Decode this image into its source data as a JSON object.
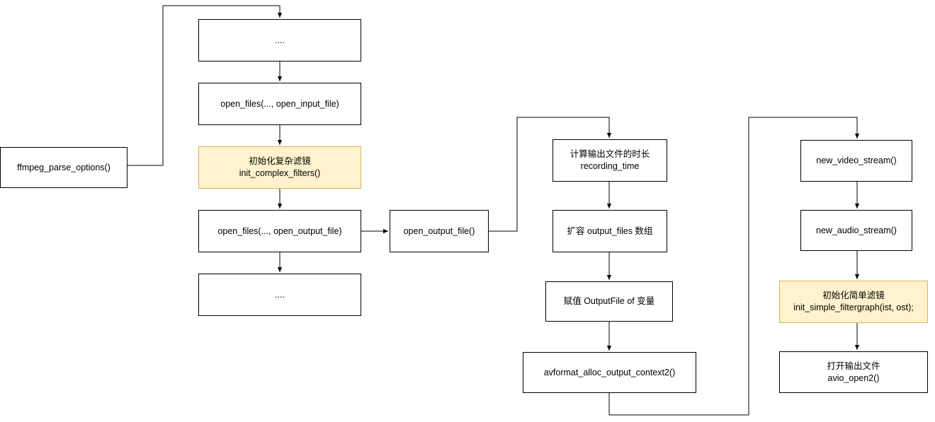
{
  "nodes": {
    "ffmpeg_parse_options": {
      "line1": "ffmpeg_parse_options()"
    },
    "ellipsis_top": {
      "line1": "...."
    },
    "open_files_input": {
      "line1": "open_files(..., open_input_file)"
    },
    "init_complex_filters": {
      "line1": "初始化复杂滤镜",
      "line2": "init_complex_filters()"
    },
    "open_files_output": {
      "line1": "open_files(..., open_output_file)"
    },
    "ellipsis_bottom": {
      "line1": "...."
    },
    "open_output_file": {
      "line1": "open_output_file()"
    },
    "calc_recording_time": {
      "line1": "计算输出文件的时长",
      "line2": "recording_time"
    },
    "grow_output_files": {
      "line1": "扩容 output_files 数组"
    },
    "assign_outputfile": {
      "line1": "赋值 OutputFile of 变量"
    },
    "avformat_alloc": {
      "line1": "avformat_alloc_output_context2()"
    },
    "new_video_stream": {
      "line1": "new_video_stream()"
    },
    "new_audio_stream": {
      "line1": "new_audio_stream()"
    },
    "init_simple_filtergraph": {
      "line1": "初始化简单滤镜",
      "line2": "init_simple_filtergraph(ist, ost);"
    },
    "open_output_avio": {
      "line1": "打开输出文件",
      "line2": "avio_open2()"
    }
  },
  "colors": {
    "node_fill": "#ffffff",
    "node_border": "#000000",
    "text_color": "#000000",
    "highlight_fill": "#FFF2CC",
    "highlight_border": "#D6B656",
    "connector": "#000000"
  }
}
